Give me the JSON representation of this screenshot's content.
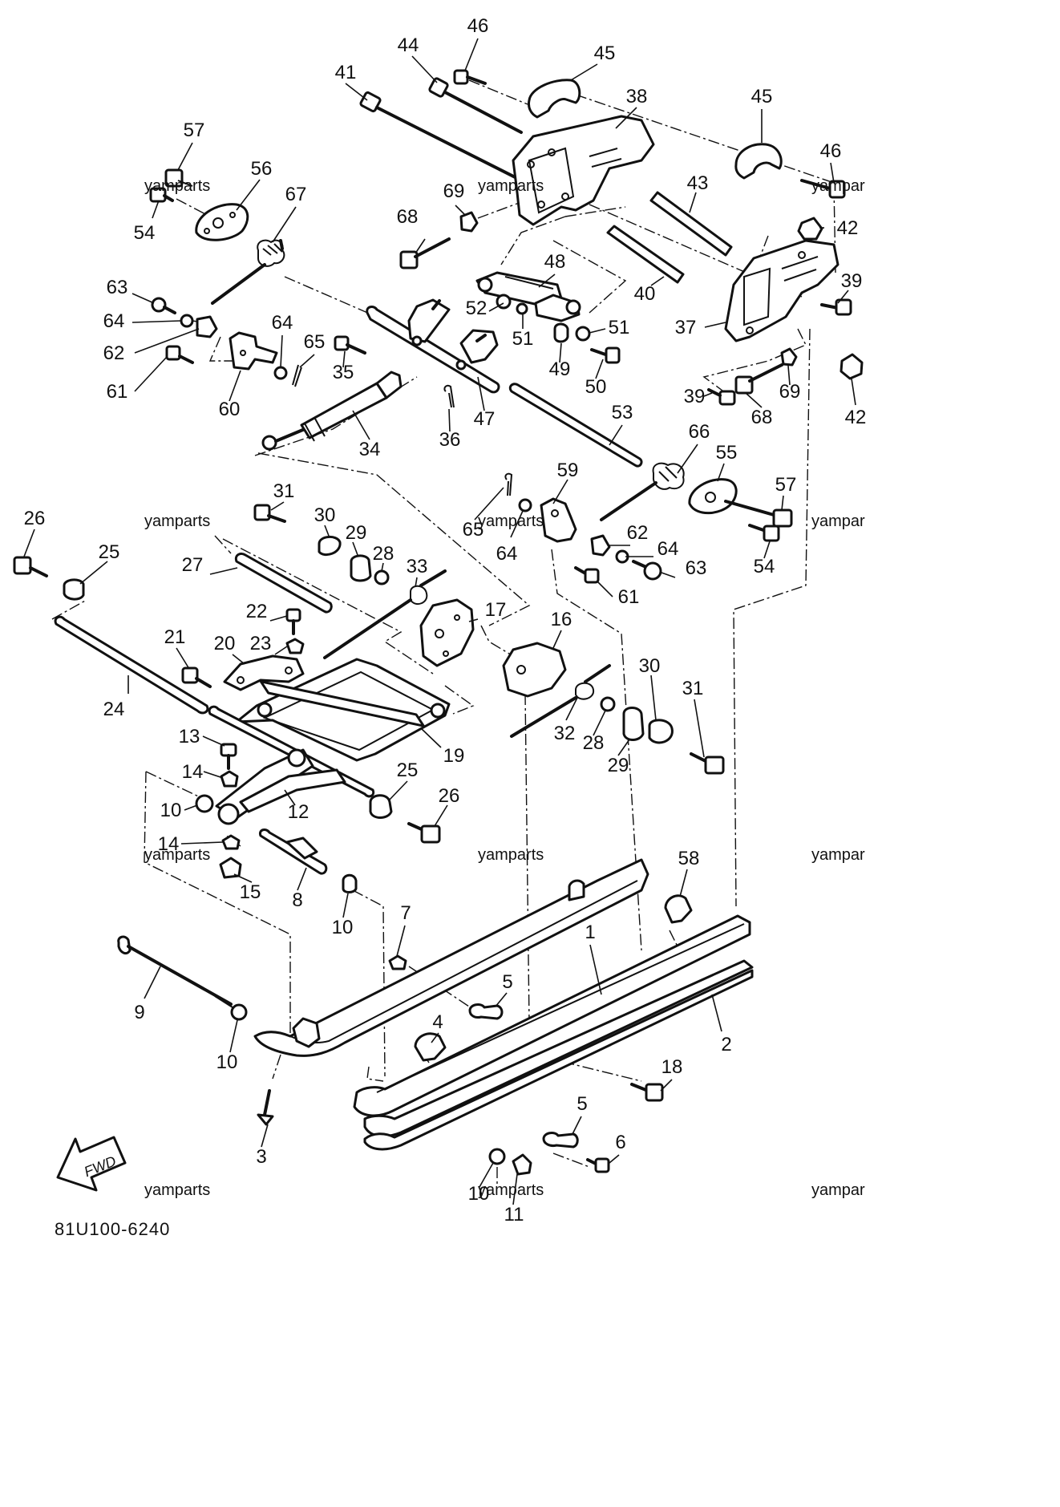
{
  "diagram_code": "81U100-6240",
  "fwd_label": "FWD",
  "watermark": "yamparts",
  "watermark_edge": "yampar",
  "callouts": [
    {
      "id": "c46a",
      "n": "46"
    },
    {
      "id": "c44",
      "n": "44"
    },
    {
      "id": "c45a",
      "n": "45"
    },
    {
      "id": "c41",
      "n": "41"
    },
    {
      "id": "c38",
      "n": "38"
    },
    {
      "id": "c45b",
      "n": "45"
    },
    {
      "id": "c46b",
      "n": "46"
    },
    {
      "id": "c57a",
      "n": "57"
    },
    {
      "id": "c56",
      "n": "56"
    },
    {
      "id": "c67",
      "n": "67"
    },
    {
      "id": "c69a",
      "n": "69"
    },
    {
      "id": "c43",
      "n": "43"
    },
    {
      "id": "c54a",
      "n": "54"
    },
    {
      "id": "c68a",
      "n": "68"
    },
    {
      "id": "c42a",
      "n": "42"
    },
    {
      "id": "c48",
      "n": "48"
    },
    {
      "id": "c39a",
      "n": "39"
    },
    {
      "id": "c63a",
      "n": "63"
    },
    {
      "id": "c52",
      "n": "52"
    },
    {
      "id": "c40",
      "n": "40"
    },
    {
      "id": "c64a",
      "n": "64"
    },
    {
      "id": "c64b",
      "n": "64"
    },
    {
      "id": "c51a",
      "n": "51"
    },
    {
      "id": "c51b",
      "n": "51"
    },
    {
      "id": "c37",
      "n": "37"
    },
    {
      "id": "c62a",
      "n": "62"
    },
    {
      "id": "c65a",
      "n": "65"
    },
    {
      "id": "c35",
      "n": "35"
    },
    {
      "id": "c49",
      "n": "49"
    },
    {
      "id": "c50",
      "n": "50"
    },
    {
      "id": "c61a",
      "n": "61"
    },
    {
      "id": "c39b",
      "n": "39"
    },
    {
      "id": "c69b",
      "n": "69"
    },
    {
      "id": "c42b",
      "n": "42"
    },
    {
      "id": "c60",
      "n": "60"
    },
    {
      "id": "c47",
      "n": "47"
    },
    {
      "id": "c68b",
      "n": "68"
    },
    {
      "id": "c53",
      "n": "53"
    },
    {
      "id": "c34",
      "n": "34"
    },
    {
      "id": "c36",
      "n": "36"
    },
    {
      "id": "c66",
      "n": "66"
    },
    {
      "id": "c55",
      "n": "55"
    },
    {
      "id": "c59",
      "n": "59"
    },
    {
      "id": "c57b",
      "n": "57"
    },
    {
      "id": "c31a",
      "n": "31"
    },
    {
      "id": "c26a",
      "n": "26"
    },
    {
      "id": "c65b",
      "n": "65"
    },
    {
      "id": "c30a",
      "n": "30"
    },
    {
      "id": "c25a",
      "n": "25"
    },
    {
      "id": "c29a",
      "n": "29"
    },
    {
      "id": "c28a",
      "n": "28"
    },
    {
      "id": "c62b",
      "n": "62"
    },
    {
      "id": "c64c",
      "n": "64"
    },
    {
      "id": "c54b",
      "n": "54"
    },
    {
      "id": "c64d",
      "n": "64"
    },
    {
      "id": "c63b",
      "n": "63"
    },
    {
      "id": "c27",
      "n": "27"
    },
    {
      "id": "c33",
      "n": "33"
    },
    {
      "id": "c61b",
      "n": "61"
    },
    {
      "id": "c22",
      "n": "22"
    },
    {
      "id": "c17",
      "n": "17"
    },
    {
      "id": "c21",
      "n": "21"
    },
    {
      "id": "c20",
      "n": "20"
    },
    {
      "id": "c23",
      "n": "23"
    },
    {
      "id": "c16",
      "n": "16"
    },
    {
      "id": "c30b",
      "n": "30"
    },
    {
      "id": "c31b",
      "n": "31"
    },
    {
      "id": "c24",
      "n": "24"
    },
    {
      "id": "c32",
      "n": "32"
    },
    {
      "id": "c28b",
      "n": "28"
    },
    {
      "id": "c19",
      "n": "19"
    },
    {
      "id": "c13",
      "n": "13"
    },
    {
      "id": "c29b",
      "n": "29"
    },
    {
      "id": "c14a",
      "n": "14"
    },
    {
      "id": "c25b",
      "n": "25"
    },
    {
      "id": "c10a",
      "n": "10"
    },
    {
      "id": "c12",
      "n": "12"
    },
    {
      "id": "c26b",
      "n": "26"
    },
    {
      "id": "c14b",
      "n": "14"
    },
    {
      "id": "c58",
      "n": "58"
    },
    {
      "id": "c15",
      "n": "15"
    },
    {
      "id": "c8",
      "n": "8"
    },
    {
      "id": "c10b",
      "n": "10"
    },
    {
      "id": "c7",
      "n": "7"
    },
    {
      "id": "c1",
      "n": "1"
    },
    {
      "id": "c9",
      "n": "9"
    },
    {
      "id": "c5a",
      "n": "5"
    },
    {
      "id": "c4",
      "n": "4"
    },
    {
      "id": "c2",
      "n": "2"
    },
    {
      "id": "c10c",
      "n": "10"
    },
    {
      "id": "c18",
      "n": "18"
    },
    {
      "id": "c3",
      "n": "3"
    },
    {
      "id": "c5b",
      "n": "5"
    },
    {
      "id": "c6",
      "n": "6"
    },
    {
      "id": "c10d",
      "n": "10"
    },
    {
      "id": "c11",
      "n": "11"
    }
  ]
}
